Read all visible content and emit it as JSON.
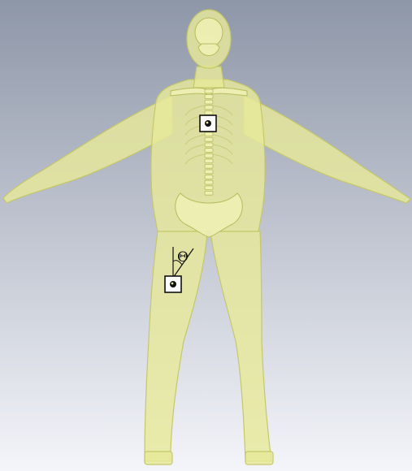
{
  "colors": {
    "background_top": "#8e97a8",
    "background_bottom": "#f4f5fa",
    "body_fill": "#e6e99a",
    "body_stroke": "#c5c868",
    "bone_fill": "#eef0b4",
    "bone_stroke": "#b7bb5c",
    "marker_border": "#111111",
    "marker_fill": "#ffffff"
  },
  "annotation": {
    "angle_symbol": "Θ"
  },
  "markers": [
    {
      "id": "chest-sensor"
    },
    {
      "id": "thigh-sensor"
    }
  ]
}
